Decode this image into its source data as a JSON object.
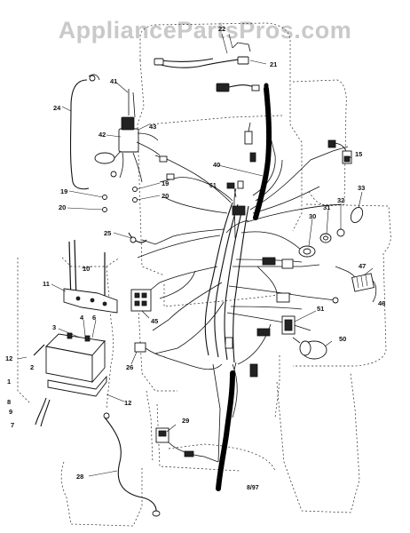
{
  "watermark": "AppliancePartsPros.com",
  "diagram_code": "8/97",
  "callouts": [
    "21",
    "24",
    "41",
    "42",
    "43",
    "40",
    "15",
    "22",
    "19",
    "20",
    "19",
    "20",
    "61",
    "33",
    "32",
    "31",
    "30",
    "25",
    "10",
    "11",
    "47",
    "46",
    "45",
    "51",
    "3",
    "4",
    "6",
    "12",
    "2",
    "1",
    "8",
    "9",
    "7",
    "26",
    "50",
    "12",
    "29",
    "28"
  ]
}
